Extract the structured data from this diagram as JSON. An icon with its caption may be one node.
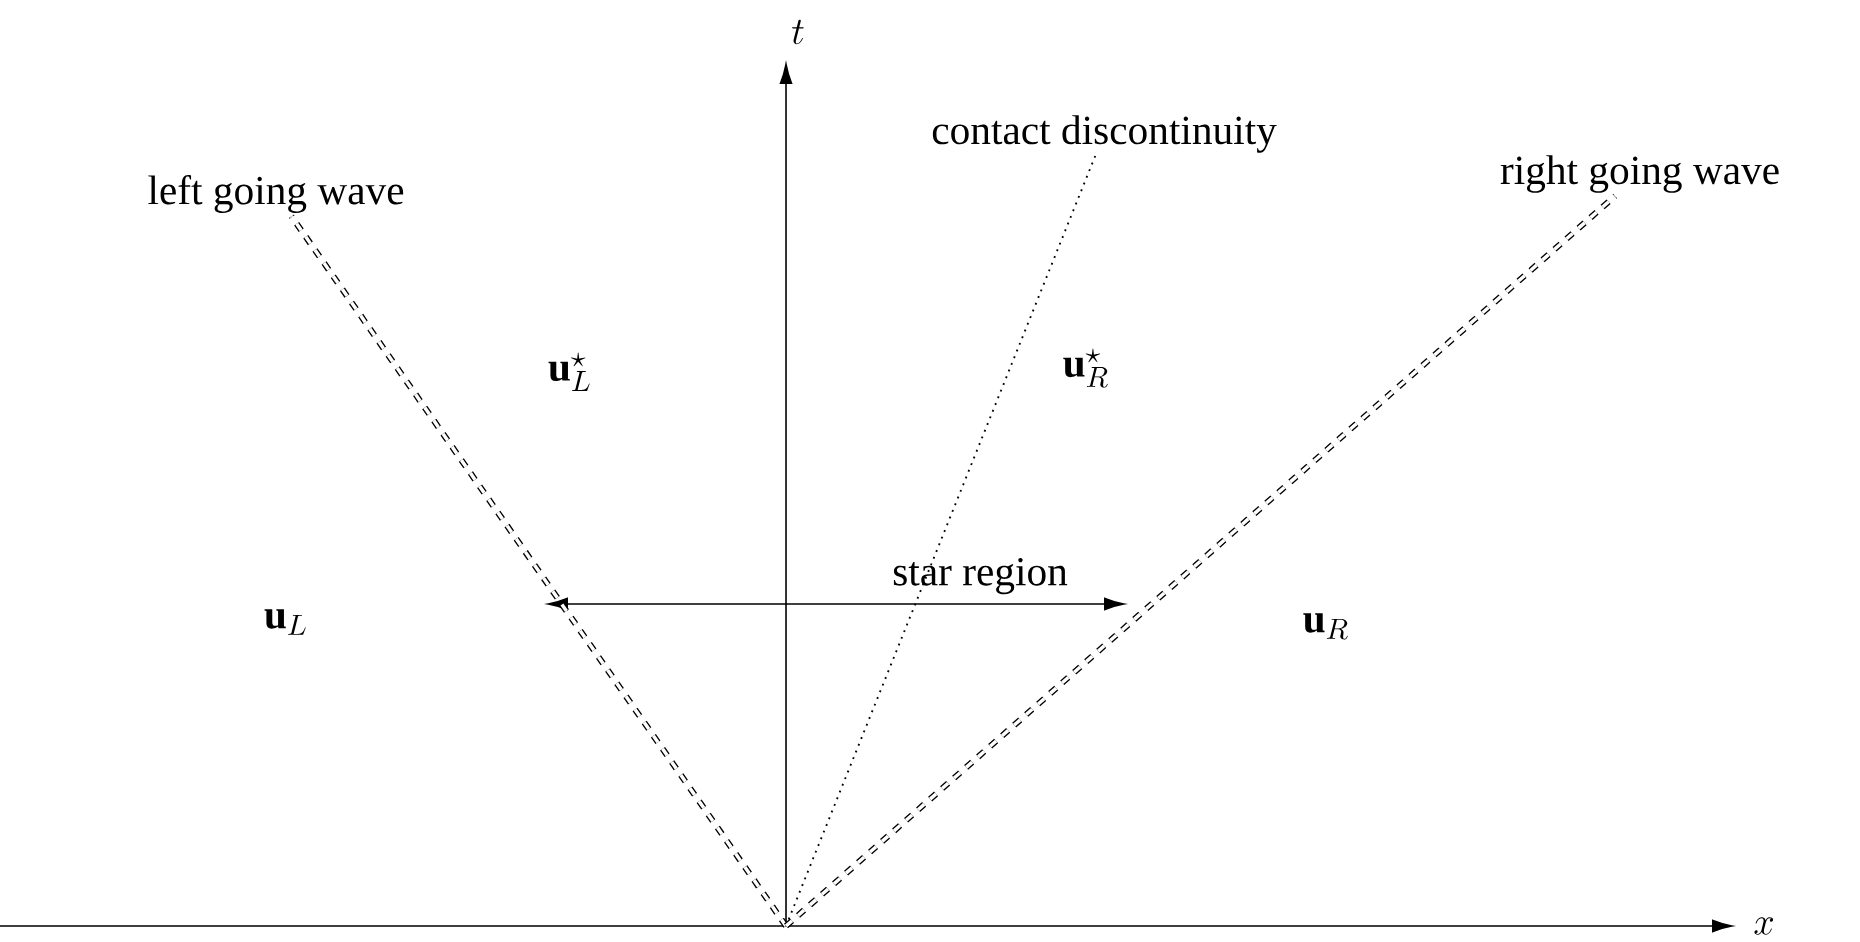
{
  "diagram": {
    "nodes": [
      {
        "text": [
          "left going wave"
        ]
      },
      {
        "text": [
          "contact discontinuity"
        ]
      },
      {
        "text": [
          "right going wave"
        ]
      }
    ],
    "edges": [
      {
        "from": null,
        "to": 0,
        "arrow": "none",
        "style": "dashed"
      },
      {
        "from": null,
        "to": 1,
        "arrow": "none"
      },
      {
        "from": null,
        "to": 2,
        "arrow": "none",
        "style": "dashed"
      }
    ],
    "labels": [
      "t",
      "\\mathbf{u}_L^\\star",
      "\\mathbf{u}_R^\\star",
      "star region",
      "\\mathbf{u}_L",
      "\\mathbf{u}_R",
      "x"
    ]
  }
}
